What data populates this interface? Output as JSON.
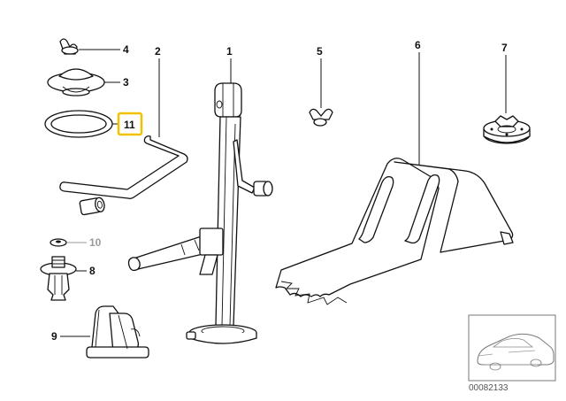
{
  "callouts": [
    {
      "id": "1",
      "text": "1"
    },
    {
      "id": "2",
      "text": "2"
    },
    {
      "id": "3",
      "text": "3"
    },
    {
      "id": "4",
      "text": "4"
    },
    {
      "id": "5",
      "text": "5"
    },
    {
      "id": "6",
      "text": "6"
    },
    {
      "id": "7",
      "text": "7"
    },
    {
      "id": "8",
      "text": "8"
    },
    {
      "id": "9",
      "text": "9"
    },
    {
      "id": "10",
      "text": "10"
    },
    {
      "id": "11",
      "text": "11"
    }
  ],
  "highlight": {
    "callout": "11",
    "color": "#f2c200"
  },
  "dimmed": {
    "callout": "10",
    "color": "#9a9a9a"
  },
  "diagram_number": "00082133"
}
